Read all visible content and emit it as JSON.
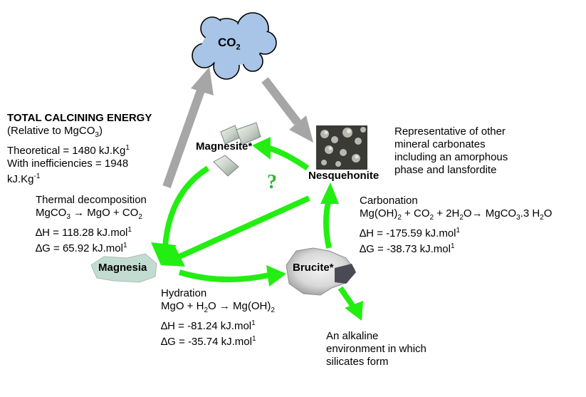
{
  "colors": {
    "arrow_green": "#22ee11",
    "arrow_gray": "#a6a6a6",
    "cloud_blue": "#a8c4e6",
    "question_green": "#2db82d"
  },
  "co2": {
    "label": "CO",
    "sub": "2"
  },
  "total_calcining": {
    "title": "TOTAL CALCINING ENERGY",
    "line1_a": "(Relative to MgCO",
    "line1_sub": "3",
    "line1_b": ")",
    "line2_a": "Theoretical = 1480 kJ.Kg",
    "line2_sup": "1",
    "line3": "With inefficiencies = 1948",
    "line4_a": "kJ.Kg",
    "line4_sup": "-1"
  },
  "minerals": {
    "magnesite": "Magnesite*",
    "nesquehonite": "Nesquehonite",
    "magnesia": "Magnesia",
    "brucite": "Brucite*"
  },
  "question": "?",
  "representative": {
    "line1": "Representative of other",
    "line2": "mineral carbonates",
    "line3": "including an amorphous",
    "line4": "phase and lansfordite"
  },
  "thermal": {
    "title": "Thermal decomposition",
    "eq_a": "MgCO",
    "eq_sub1": "3",
    "eq_b": " →  MgO + CO",
    "eq_sub2": "2",
    "dh_a": "∆H = 118.28 kJ.mol",
    "dh_sup": "1",
    "dg_a": "∆G = 65.92 kJ.mol",
    "dg_sup": "1"
  },
  "carbonation": {
    "title": "Carbonation",
    "eq_a": "Mg(OH)",
    "eq_sub1": "2",
    "eq_b": " + CO",
    "eq_sub2": "2",
    "eq_c": " + 2H",
    "eq_sub3": "2",
    "eq_d": "O→  MgCO",
    "eq_sub4": "3",
    "eq_e": ".3 H",
    "eq_sub5": "2",
    "eq_f": "O",
    "dh_a": "∆H = -175.59 kJ.mol",
    "dh_sup": "1",
    "dg_a": "∆G = -38.73 kJ.mol",
    "dg_sup": "1"
  },
  "hydration": {
    "title": "Hydration",
    "eq_a": "MgO + H",
    "eq_sub1": "2",
    "eq_b": "O →   Mg(OH)",
    "eq_sub2": "2",
    "dh_a": "∆H = -81.24 kJ.mol",
    "dh_sup": "1",
    "dg_a": "∆G = -35.74 kJ.mol",
    "dg_sup": "1"
  },
  "alkaline": {
    "line1": "An alkaline",
    "line2": "environment in which",
    "line3": "silicates form"
  }
}
